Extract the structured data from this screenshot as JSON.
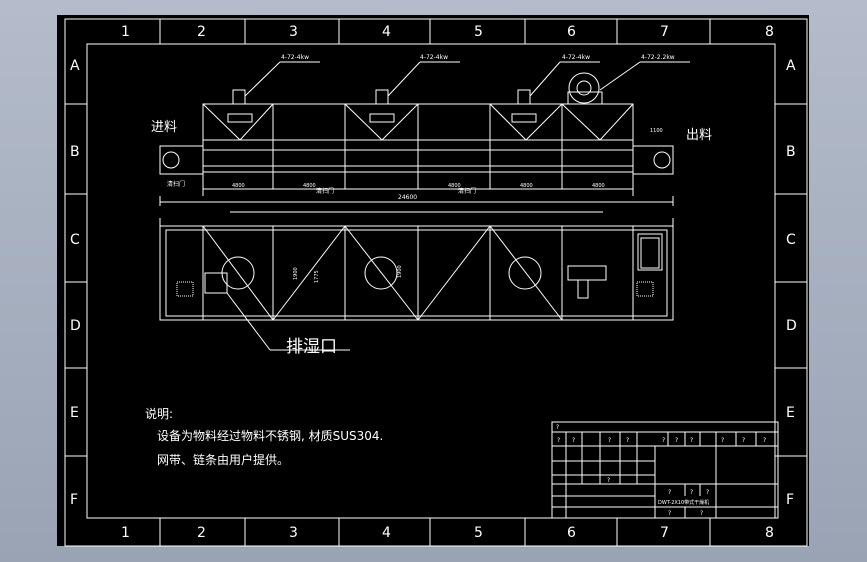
{
  "drawing": {
    "background": "#000000",
    "line_color": "#ffffff",
    "columns": [
      "1",
      "2",
      "3",
      "4",
      "5",
      "6",
      "7",
      "8"
    ],
    "rows": [
      "A",
      "B",
      "C",
      "D",
      "E",
      "F"
    ]
  },
  "elevation": {
    "fans": [
      "4-72-4kw",
      "4-72-4kw",
      "4-72-4kw",
      "4-72-2.2kw"
    ],
    "inlet_label": "进料",
    "outlet_label": "出料",
    "cleanout_labels": [
      "清扫门",
      "清扫门",
      "清扫门"
    ],
    "total_length": "24600",
    "segment_dims": [
      "4800",
      "4800",
      "4800",
      "4800",
      "4800"
    ],
    "end_dim": "1100"
  },
  "plan": {
    "dims": [
      "1900",
      "1775",
      "1900"
    ],
    "exhaust_label": "排湿口"
  },
  "notes": {
    "heading": "说明:",
    "line1": "设备为物料经过物料不锈钢, 材质SUS304.",
    "line2": "网带、链条由用户提供。"
  },
  "title_block": {
    "drawing_name": "DWT-2X10带式干燥机",
    "placeholder": "?"
  }
}
